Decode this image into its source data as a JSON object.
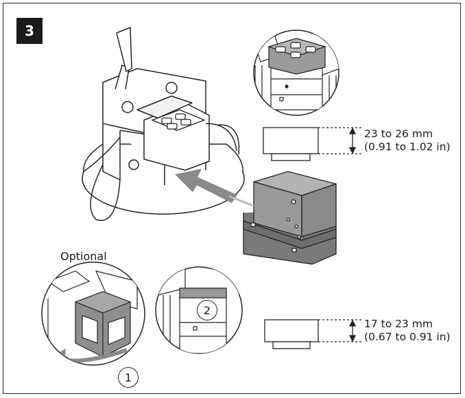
{
  "step": {
    "number": "3"
  },
  "dimensions": {
    "upper": {
      "line1": "23 to 26 mm",
      "line2": "(0.91 to 1.02 in)"
    },
    "lower": {
      "line1": "17 to 23 mm",
      "line2": "(0.67 to 0.91 in)"
    }
  },
  "optional_label": "Optional",
  "callouts": [
    "1",
    "2"
  ],
  "colors": {
    "outline": "#222222",
    "arrow": "#8a8a8a",
    "module": "#9a9a9a",
    "module_dark": "#6e6e6e",
    "badge": "#1a1a1a"
  }
}
